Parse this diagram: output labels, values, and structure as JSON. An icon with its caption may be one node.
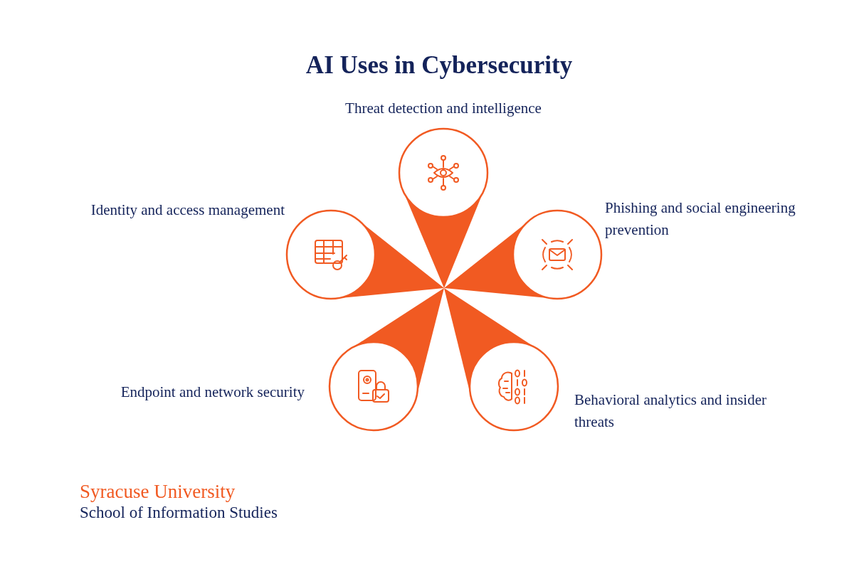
{
  "diagram": {
    "title": "AI Uses in Cybersecurity",
    "nodes": [
      {
        "text": [
          "Threat detection and intelligence"
        ]
      },
      {
        "text": [
          "Identity and access management"
        ]
      },
      {
        "text": [
          "Phishing and social engineering prevention"
        ]
      },
      {
        "text": [
          "Endpoint and network security"
        ]
      },
      {
        "text": [
          "Behavioral analytics and insider threats"
        ]
      }
    ],
    "labels": [
      "Syracuse University",
      "School of Information Studies"
    ]
  }
}
